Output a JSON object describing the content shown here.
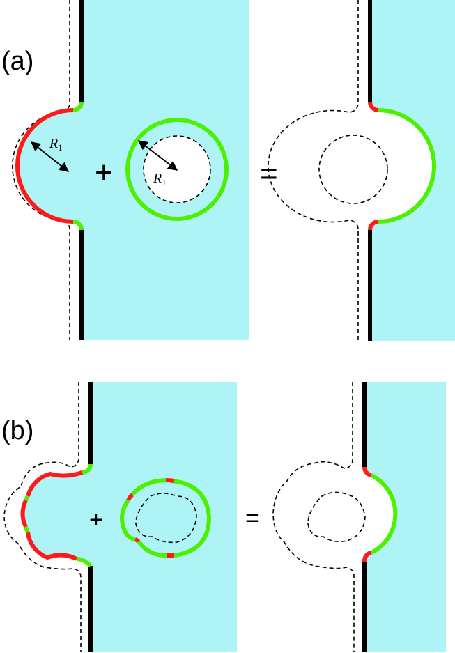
{
  "panels": [
    {
      "label": "(a)",
      "plus": "+",
      "equals": "=",
      "radius_label": "R",
      "radius_subscript": "1"
    },
    {
      "label": "(b)",
      "plus": "+",
      "equals": "="
    }
  ],
  "colors": {
    "fluid": "#aef4f6",
    "wall": "#000000",
    "red_segment": "#ff1a1a",
    "green_segment": "#4df000",
    "dashed_contour": "#000000"
  }
}
